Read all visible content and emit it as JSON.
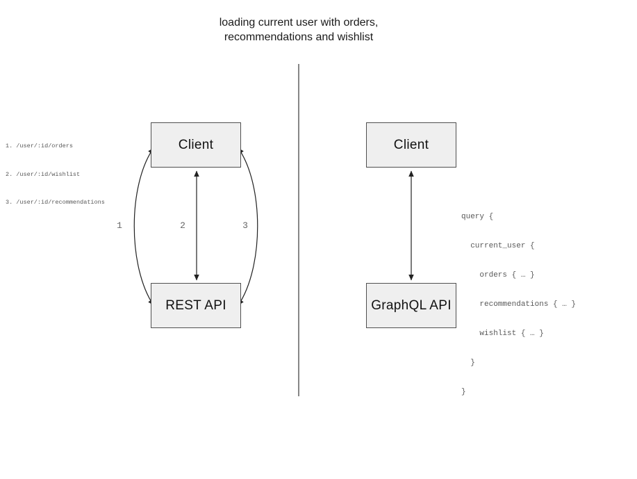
{
  "title": {
    "line1": "loading current user with orders,",
    "line2": "recommendations and wishlist"
  },
  "left_panel": {
    "endpoints": [
      "1. /user/:id/orders",
      "2. /user/:id/wishlist",
      "3. /user/:id/recommendations"
    ],
    "client_label": "Client",
    "api_label": "REST API",
    "arrow_labels": [
      "1",
      "2",
      "3"
    ]
  },
  "right_panel": {
    "client_label": "Client",
    "api_label": "GraphQL API",
    "query_lines": [
      "query {",
      "  current_user {",
      "    orders { … }",
      "    recommendations { … }",
      "    wishlist { … }",
      "  }",
      "}"
    ]
  },
  "colors": {
    "background": "#ffffff",
    "box_fill": "#efefef",
    "box_border": "#4f4f4f",
    "arrow": "#222222",
    "divider": "#868686",
    "muted_text": "#595959",
    "label_text": "#111111"
  }
}
